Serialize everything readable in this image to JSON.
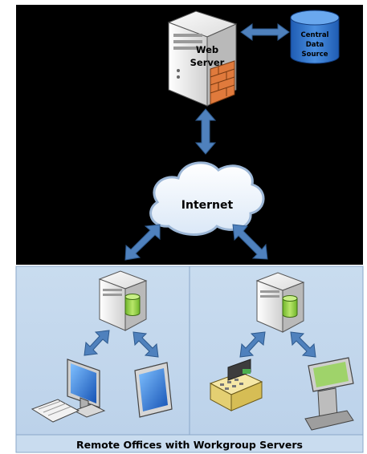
{
  "nodes": {
    "web_server": {
      "label_line1": "Web",
      "label_line2": "Server"
    },
    "central_data_source": {
      "line1": "Central",
      "line2": "Data",
      "line3": "Source"
    },
    "internet": {
      "label": "Internet"
    }
  },
  "footer": {
    "caption": "Remote Offices with Workgroup Servers"
  },
  "colors": {
    "background_top": "#000000",
    "office_panel": "#c6d9ee",
    "panel_border": "#8aa7c9",
    "arrow_fill": "#4f81bd",
    "server_body": "#e9e9e9",
    "database_blue": "#2d6fc4",
    "firewall_orange": "#e07a3c",
    "db_green": "#9bd34c"
  },
  "icons": {
    "web_server": "server-icon",
    "firewall": "firewall-icon",
    "central_database": "database-cylinder-icon",
    "internet": "cloud-icon",
    "workgroup_server": "server-icon",
    "desktop": "desktop-computer-icon",
    "tablet": "tablet-icon",
    "cash_register": "cash-register-icon",
    "kiosk": "kiosk-icon"
  }
}
